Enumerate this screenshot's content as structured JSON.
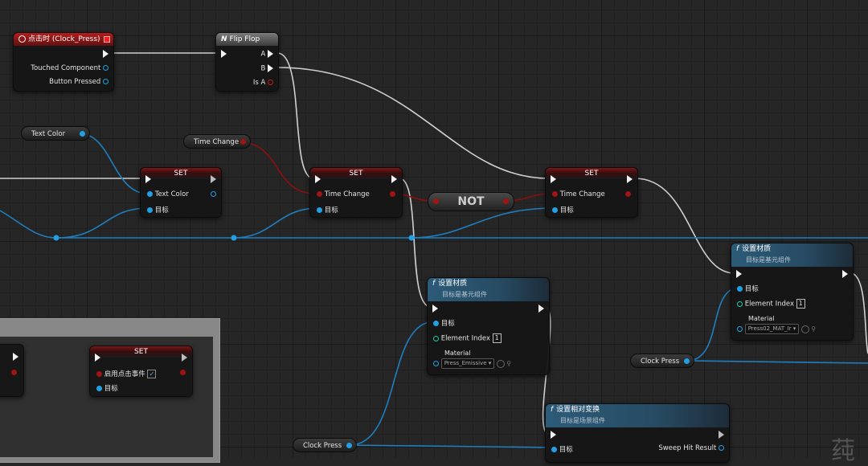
{
  "nodes": {
    "event": {
      "title": "点击时 (Clock_Press)",
      "out1": "Touched Component",
      "out2": "Button Pressed"
    },
    "flipflop": {
      "title": "Flip Flop",
      "a": "A",
      "b": "B",
      "isa": "Is A"
    },
    "set1": {
      "title": "SET",
      "pin1": "Text Color",
      "pin2": "目标"
    },
    "set2": {
      "title": "SET",
      "pin1": "Time Change",
      "pin2": "目标"
    },
    "set3": {
      "title": "SET",
      "pin1": "Time Change",
      "pin2": "目标"
    },
    "not": {
      "title": "NOT"
    },
    "mat1": {
      "title": "设置材质",
      "subtitle": "目标是基元组件",
      "target": "目标",
      "elem_label": "Element Index",
      "elem_value": "1",
      "mat_label": "Material",
      "mat_value": "Press_Emissive"
    },
    "mat2": {
      "title": "设置材质",
      "subtitle": "目标是基元组件",
      "target": "目标",
      "elem_label": "Element Index",
      "elem_value": "1",
      "mat_label": "Material",
      "mat_value": "Press02_MAT_Ir"
    },
    "transform": {
      "title": "设置相对变换",
      "subtitle": "目标是场景组件",
      "target": "目标",
      "sweep": "Sweep Hit Result"
    },
    "set4": {
      "title": "SET",
      "pin1": "启用点击事件",
      "pin2": "目标"
    }
  },
  "variables": {
    "text_color": "Text Color",
    "time_change": "Time Change",
    "clock_press_1": "Clock Press",
    "clock_press_2": "Clock Press"
  },
  "watermark": "莼",
  "colors": {
    "exec": "#f2f2f2",
    "object": "#22a0e6",
    "bool": "#a01414",
    "int": "#1fc8a8"
  }
}
